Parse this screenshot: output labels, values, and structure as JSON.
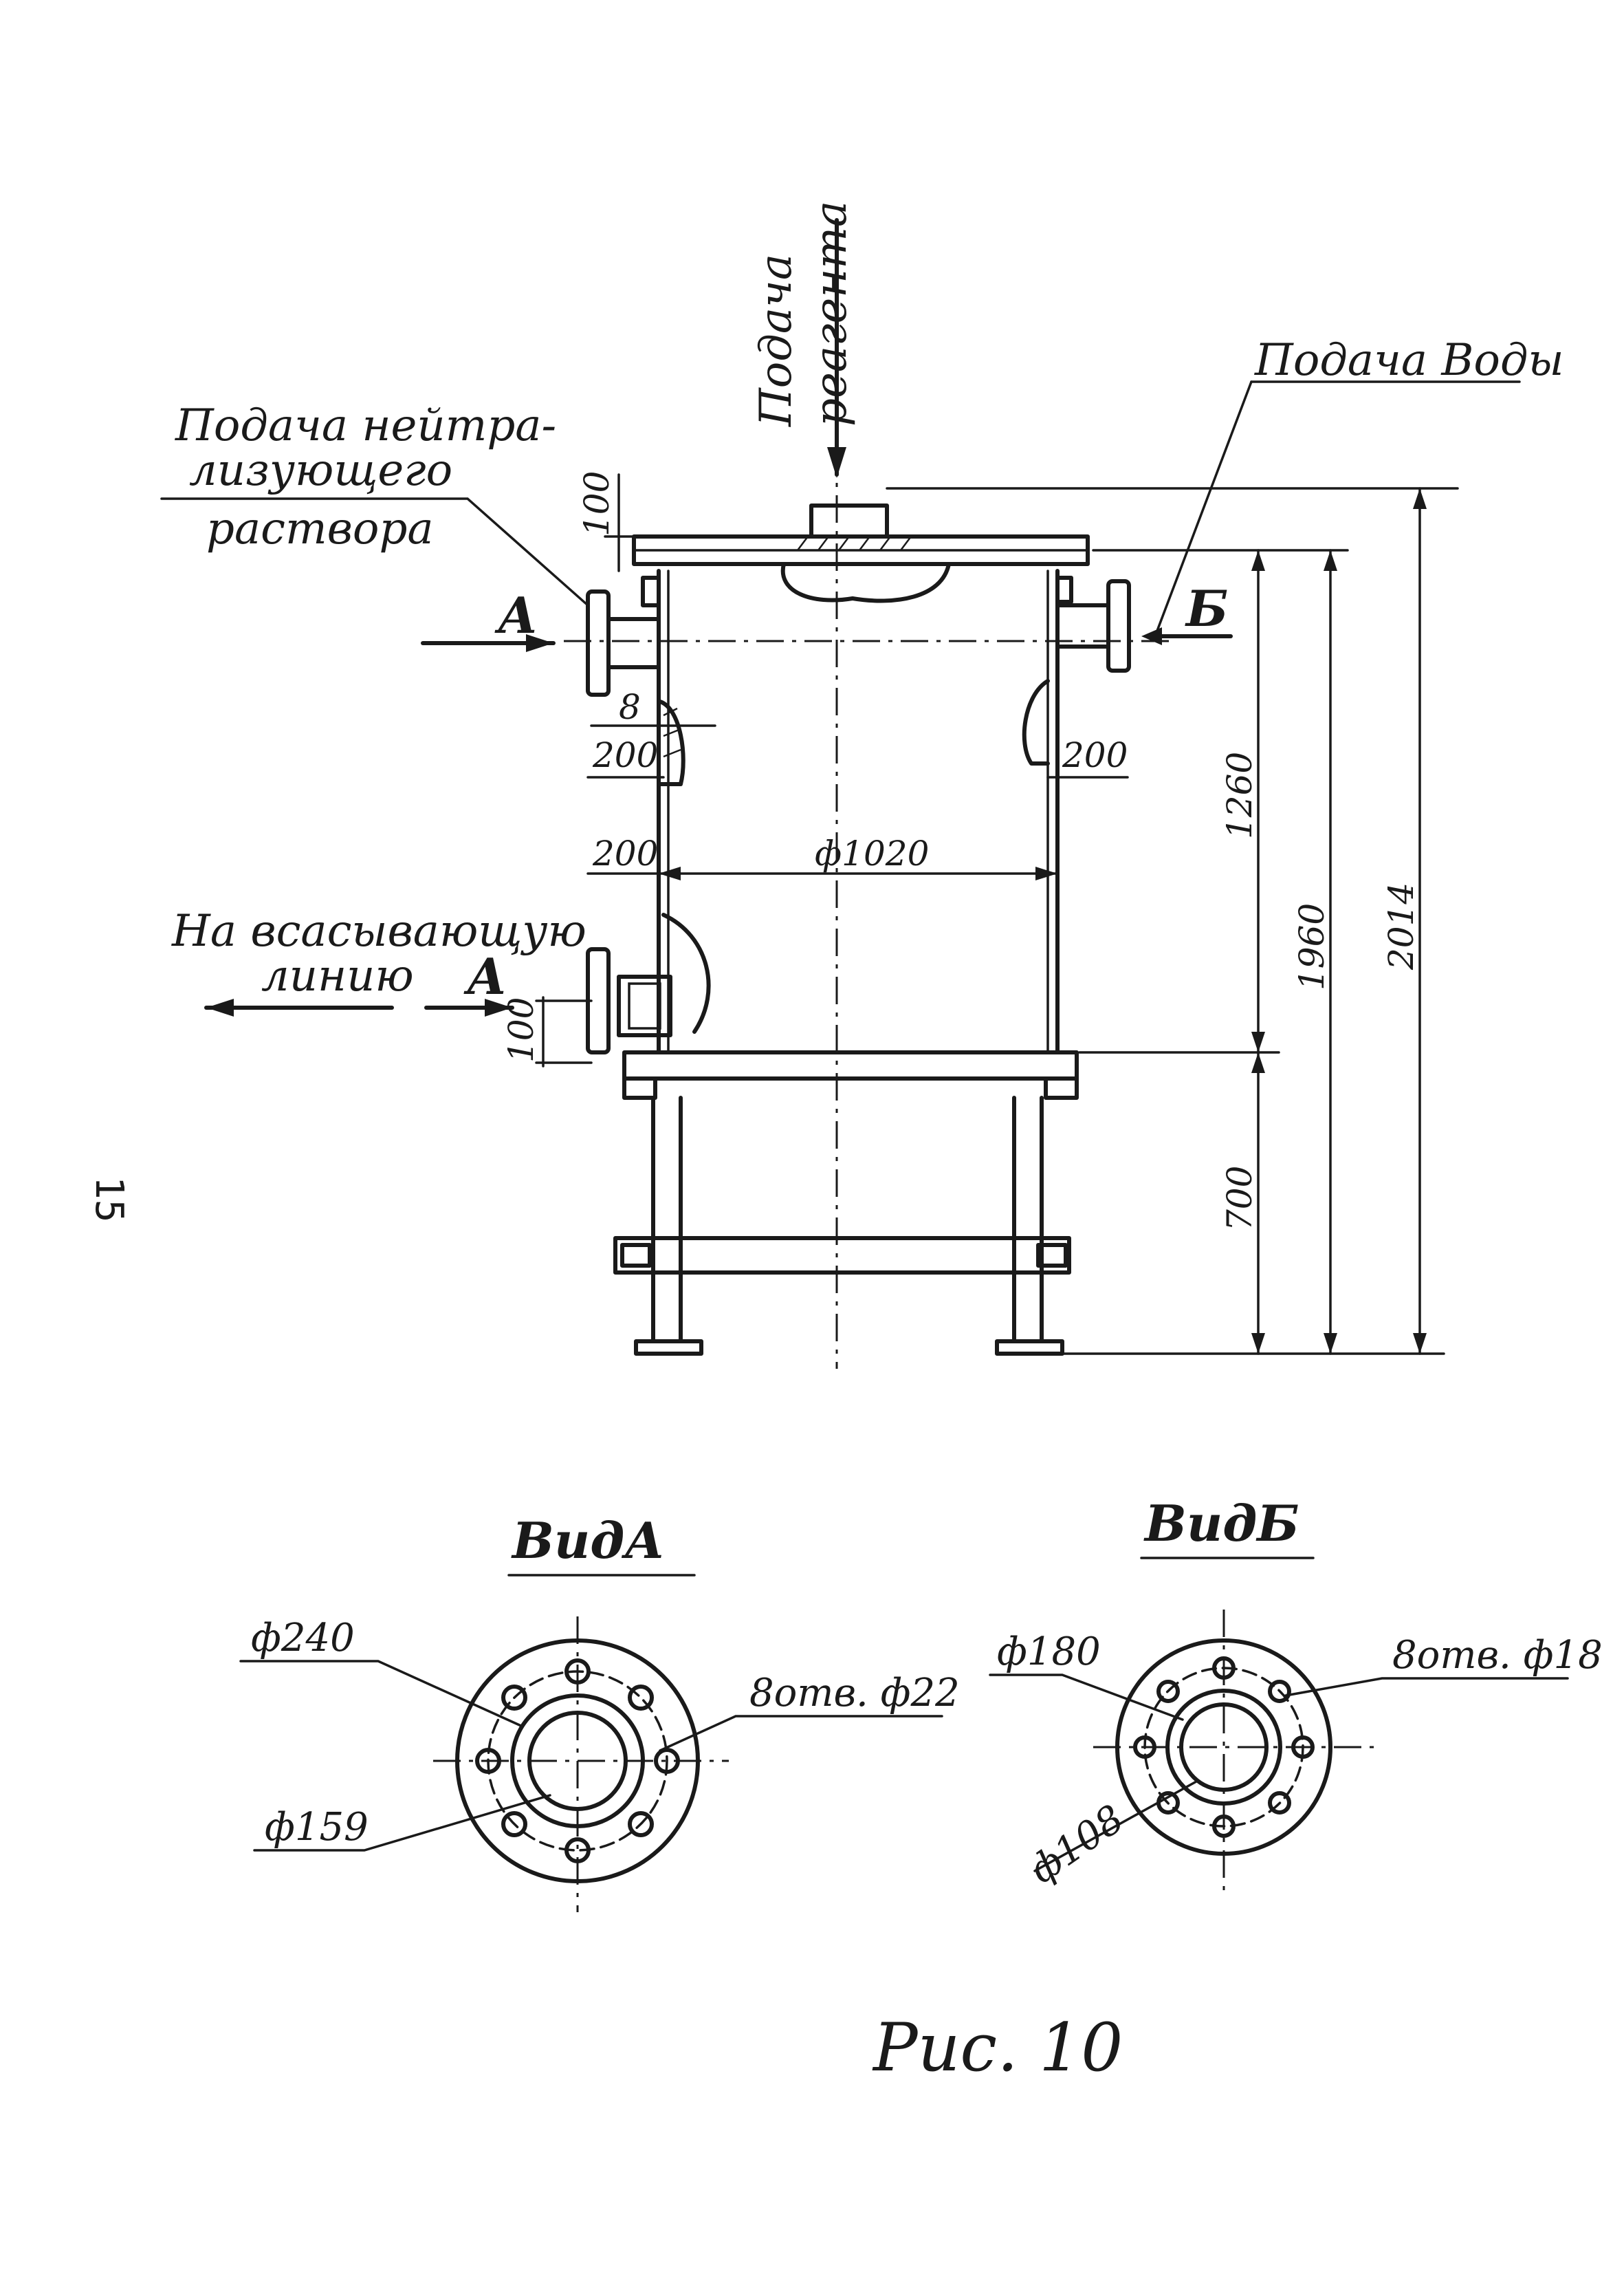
{
  "page_number": "15",
  "caption": "Рис. 10",
  "labels": {
    "reagent_feed": [
      "Подача",
      "реагента"
    ],
    "neutralizer_feed": [
      "Подача нейтра-",
      "лизующего",
      "раствора"
    ],
    "water_feed": "Подача Воды",
    "suction_line": [
      "На всасывающую",
      "линию"
    ],
    "section_a_top": "A",
    "section_a_bottom": "A",
    "section_b": "Б"
  },
  "dimensions": {
    "lid_height": "100",
    "wall_thickness": "8",
    "hatch_left": "200",
    "hatch_right": "200",
    "nozzle_offset": "200",
    "diameter": "ф1020",
    "outlet_height": "100",
    "height_1260": "1260",
    "height_1960": "1960",
    "height_700": "700",
    "height_2014": "2014"
  },
  "view_a": {
    "title": "ВидА",
    "outer_diameter": "ф240",
    "pipe_diameter": "ф159",
    "holes": "8отв. ф22"
  },
  "view_b": {
    "title": "ВидБ",
    "outer_diameter": "ф180",
    "pipe_diameter": "ф108",
    "holes": "8отв. ф18"
  }
}
